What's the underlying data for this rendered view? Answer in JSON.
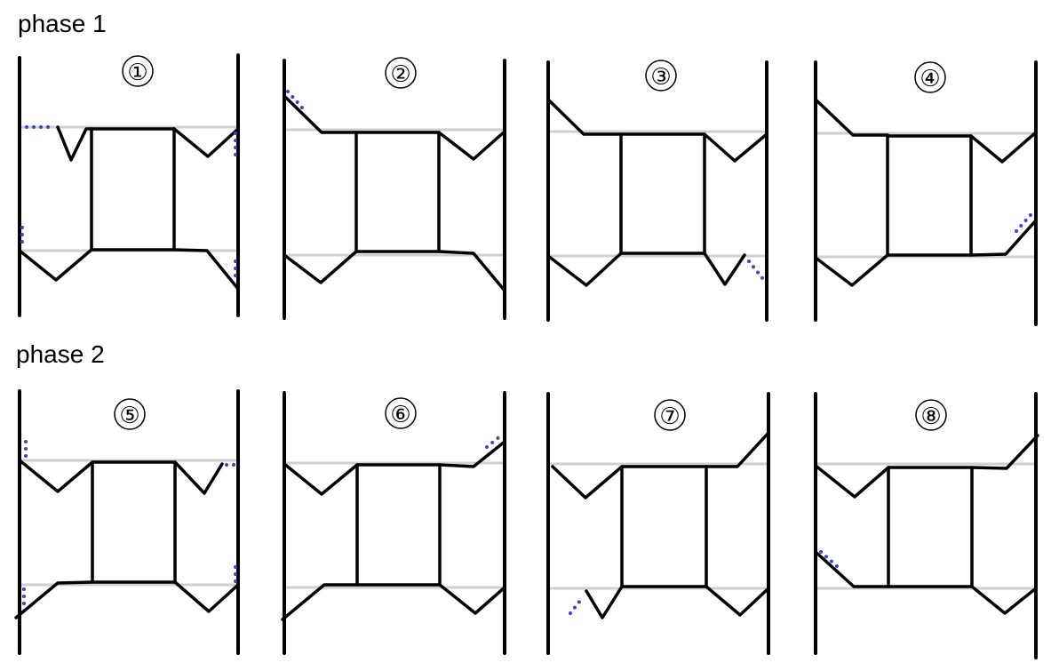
{
  "phases": [
    {
      "label": "phase 1",
      "steps": [
        "①",
        "②",
        "③",
        "④"
      ]
    },
    {
      "label": "phase 2",
      "steps": [
        "⑤",
        "⑥",
        "⑦",
        "⑧"
      ]
    }
  ],
  "colors": {
    "ink": "#000000",
    "guide": "#d0d0d0",
    "dots": "#3d44c9"
  }
}
